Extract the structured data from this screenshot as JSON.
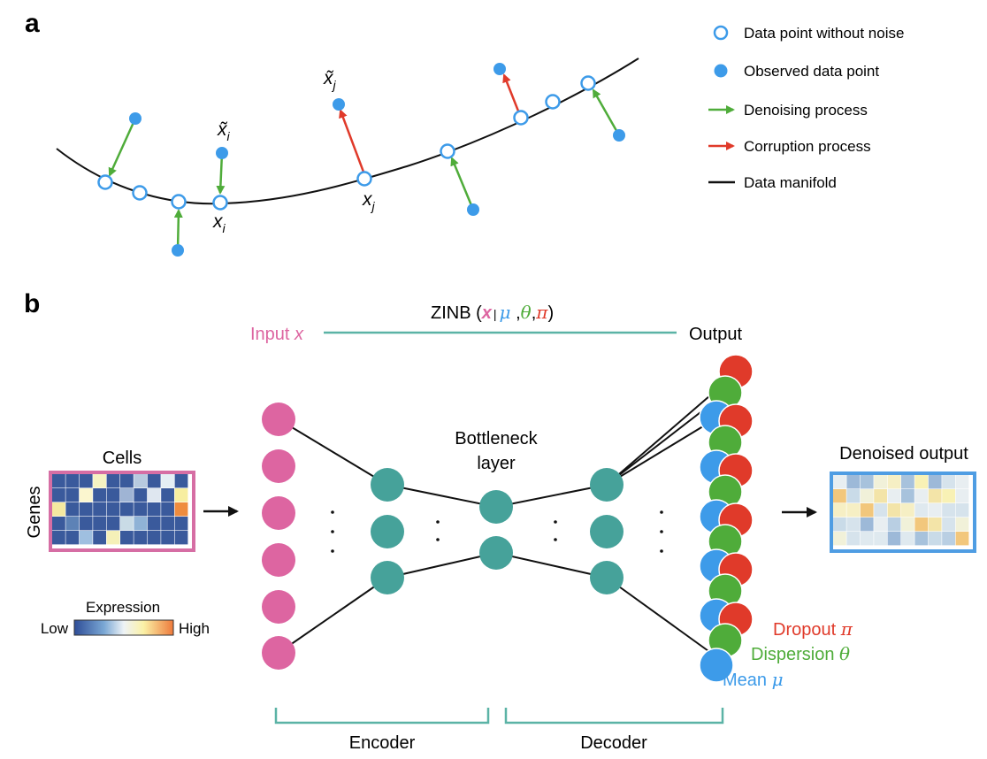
{
  "panel_a": {
    "label": "a",
    "legend": [
      {
        "text": "Data point without noise",
        "icon": "hollow-blue-circle"
      },
      {
        "text": "Observed data point",
        "icon": "filled-blue-circle"
      },
      {
        "text": "Denoising process",
        "icon": "green-arrow"
      },
      {
        "text": "Corruption process",
        "icon": "red-arrow"
      },
      {
        "text": "Data manifold",
        "icon": "black-line"
      }
    ],
    "annotations": {
      "x_i": "x",
      "x_i_sub": "i",
      "xt_i": "x̃",
      "xt_i_sub": "i",
      "x_j": "x",
      "x_j_sub": "j",
      "xt_j": "x̃",
      "xt_j_sub": "j"
    }
  },
  "panel_b": {
    "label": "b",
    "zinb": {
      "prefix": "ZINB (",
      "x": "x",
      "bar": "|",
      "mu": "μ",
      "c1": " ,",
      "theta": "θ",
      "c2": ",",
      "pi": "π",
      "suffix": ")"
    },
    "input_label": {
      "text": "Input ",
      "var": "x"
    },
    "output_label": "Output",
    "cells_label": "Cells",
    "genes_label": "Genes",
    "bottleneck_label": {
      "line1": "Bottleneck",
      "line2": "layer"
    },
    "denoised_label": "Denoised output",
    "expression": {
      "title": "Expression",
      "low": "Low",
      "high": "High"
    },
    "outputs": {
      "dropout": {
        "text": "Dropout ",
        "sym": "π"
      },
      "dispersion": {
        "text": "Dispersion ",
        "sym": "θ"
      },
      "mean": {
        "text": "Mean ",
        "sym": "μ"
      }
    },
    "encoder_label": "Encoder",
    "decoder_label": "Decoder"
  },
  "colors": {
    "blue": "#3d9be9",
    "green": "#4fac3a",
    "red": "#e03a2a",
    "pink": "#dd65a1",
    "teal": "#46a29a",
    "teal_line": "#5bb3a6"
  }
}
